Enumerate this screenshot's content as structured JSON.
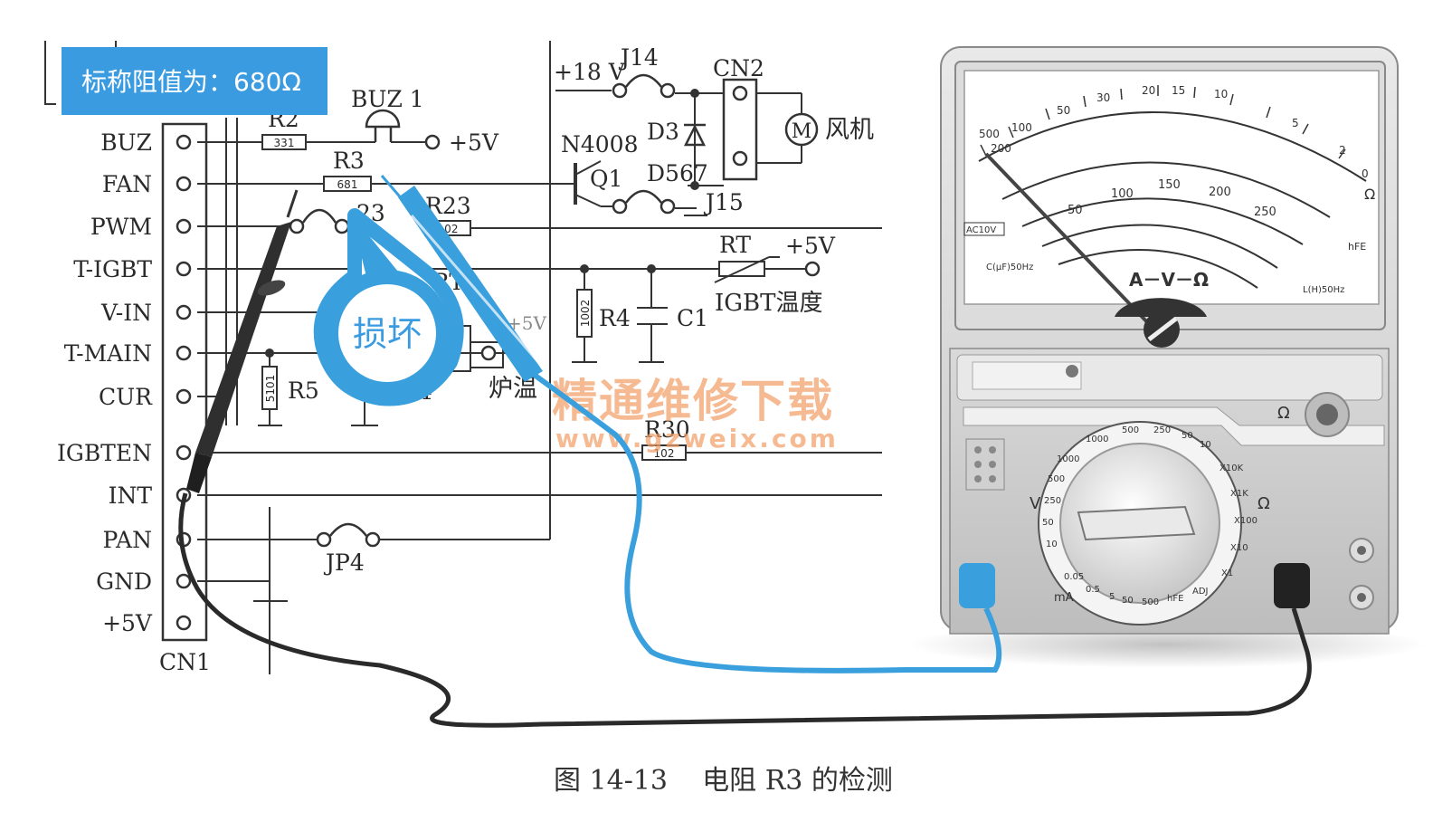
{
  "callout": {
    "nominal": "标称阻值为：680Ω",
    "damaged": "损坏"
  },
  "connector": {
    "name": "CN1",
    "pins": [
      "BUZ",
      "FAN",
      "PWM",
      "T-IGBT",
      "V-IN",
      "T-MAIN",
      "CUR",
      "IGBTEN",
      "INT",
      "PAN",
      "GND",
      "+5V"
    ]
  },
  "components": {
    "r2": "R2",
    "r2_code": "331",
    "r3": "R3",
    "r3_code": "681",
    "buz1": "BUZ 1",
    "plus5v": "+5V",
    "r23": "R23",
    "r23_code": "102",
    "r23_partial": "23",
    "plus18v": "+18 V",
    "j14": "J14",
    "cn2": "CN2",
    "d3": "D3",
    "n4008": "N4008",
    "fan_cn": "风机",
    "motor": "M",
    "q1": "Q1",
    "d567": "D567",
    "j15": "J15",
    "rt": "RT",
    "rt_plus5v": "+5V",
    "igbt_temp": "IGBT温度",
    "r4": "R4",
    "r4_code": "1002",
    "c1": "C1",
    "r5": "R5",
    "r5_code": "5101",
    "rt_partial": "RT",
    "plus_v_partial": "+5V",
    "n4": "N4",
    "furnace_temp": "炉温",
    "r30": "R30",
    "r30_code": "102",
    "jp4": "JP4"
  },
  "meter": {
    "face_label": "A－V－Ω",
    "scale_top": [
      "500",
      "200",
      "100",
      "50",
      "30",
      "20",
      "15",
      "10",
      "5",
      "2",
      "0"
    ],
    "scale_mid": [
      "50",
      "100",
      "150",
      "200",
      "250"
    ],
    "left_labels": [
      "AC10V",
      "C(μF)50Hz"
    ],
    "right_label": "L(H)50Hz",
    "hfe": "hFE",
    "ohm_symbol": "Ω",
    "dial_v": "V",
    "dial_ohm": "Ω",
    "dial_ma": "mA",
    "dial_top": [
      "1000",
      "500",
      "250",
      "50",
      "10"
    ],
    "dial_right": [
      "X10K",
      "X1K",
      "X100",
      "X10",
      "X1"
    ],
    "dial_left": [
      "1000",
      "500",
      "250",
      "50",
      "10"
    ],
    "dial_bottom": [
      "0.05",
      "0.5",
      "5",
      "50",
      "500",
      "hFE",
      "ADJ"
    ]
  },
  "watermark": {
    "cn": "精通维修下载",
    "url": "www.gzweix.com"
  },
  "caption": "图 14-13    电阻 R3 的检测",
  "colors": {
    "callout": "#3a9be0",
    "probe_red": "#3aa0dd",
    "probe_black": "#2a2a2a",
    "watermark": "#f3a06a"
  }
}
